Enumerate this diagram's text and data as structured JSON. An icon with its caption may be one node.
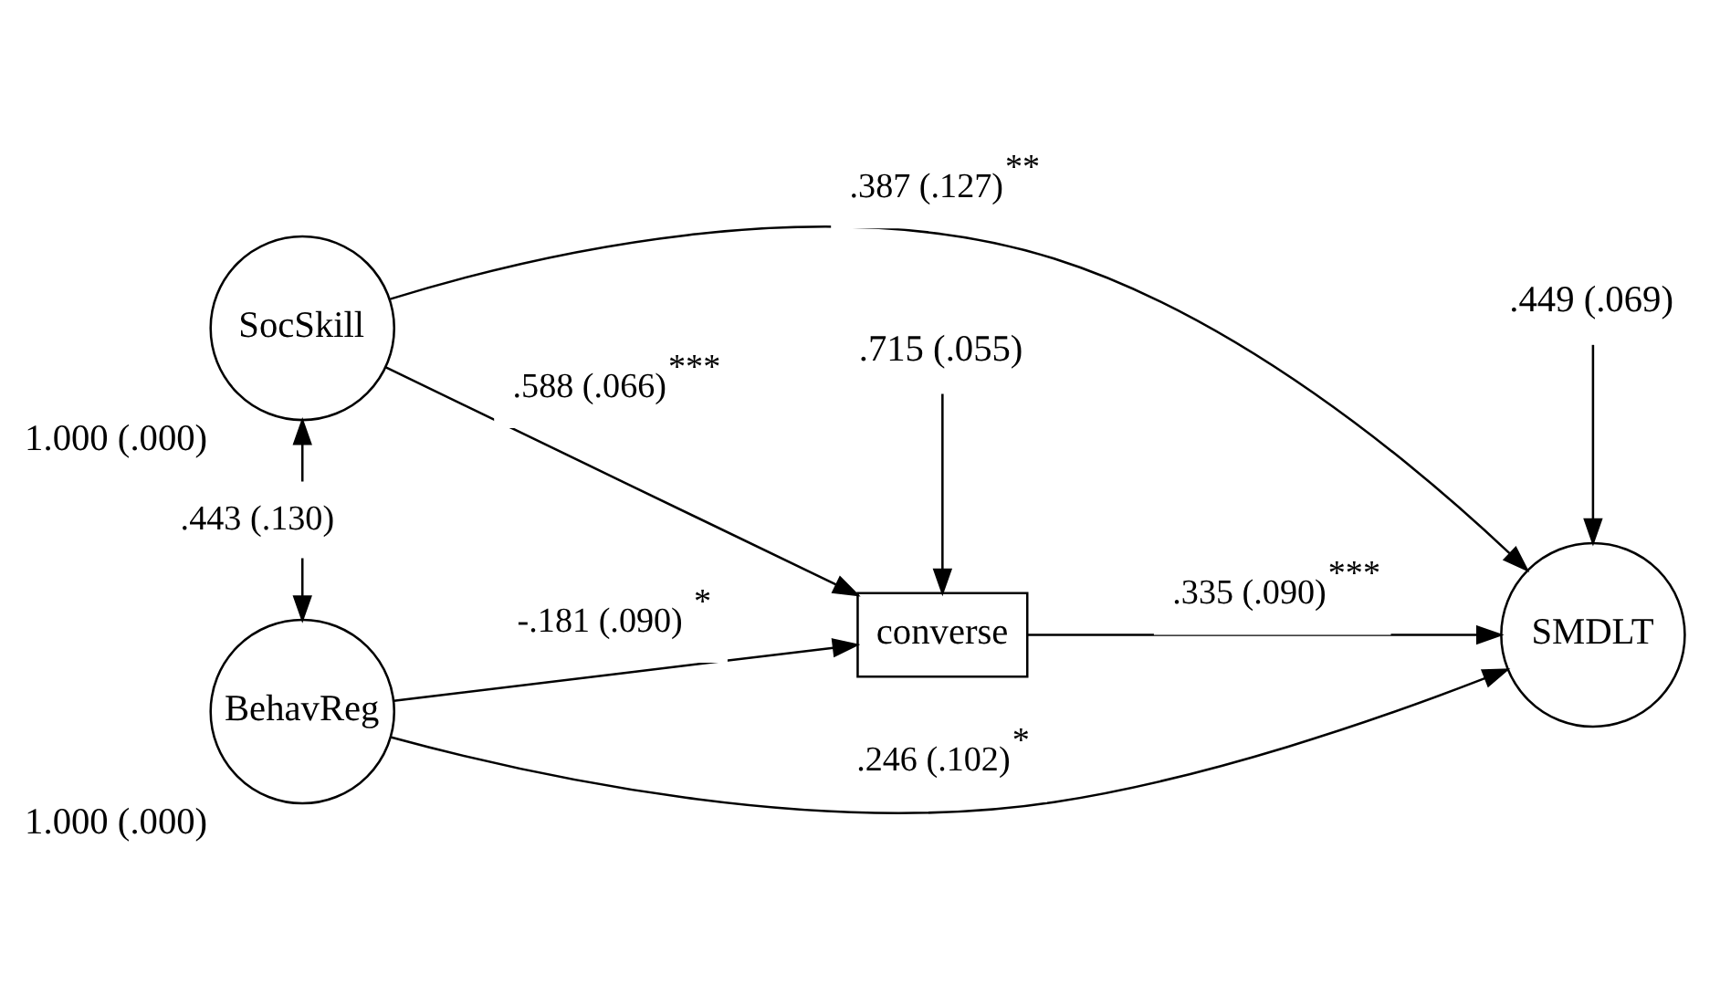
{
  "diagram": {
    "nodes": [
      {
        "text": [
          "SocSkill"
        ],
        "beside": [
          "1.000 (.000)"
        ]
      },
      {
        "text": [
          ".715 (.055)"
        ]
      },
      {
        "text": [
          "converse"
        ]
      },
      {
        "text": [
          ".449 (.069)"
        ]
      },
      {
        "text": [
          "SMDLT"
        ]
      },
      {
        "text": [
          "BehavReg"
        ],
        "beside": [
          "1.000 (.000)"
        ]
      }
    ],
    "edges": [
      {
        "from": 0,
        "to": 5,
        "arrow": "both",
        "label": ".443 (.130)"
      },
      {
        "from": 0,
        "to": 2,
        "arrow": "to",
        "label": ".588 (.066)$^{***}$"
      },
      {
        "from": 0,
        "to": 4,
        "arrow": "to",
        "label": ".387 (.127)$^{**}$"
      },
      {
        "from": 1,
        "to": 2,
        "arrow": "to"
      },
      {
        "from": 2,
        "to": 4,
        "arrow": "to",
        "label": ".335 (.090)$^{***}$"
      },
      {
        "from": 3,
        "to": 4,
        "arrow": "to"
      },
      {
        "from": 5,
        "to": 2,
        "arrow": "to",
        "label": "-.181 (.090) $^{*}$"
      },
      {
        "from": 5,
        "to": 4,
        "arrow": "to",
        "label": ".246 (.102)$^{*}$"
      }
    ]
  }
}
